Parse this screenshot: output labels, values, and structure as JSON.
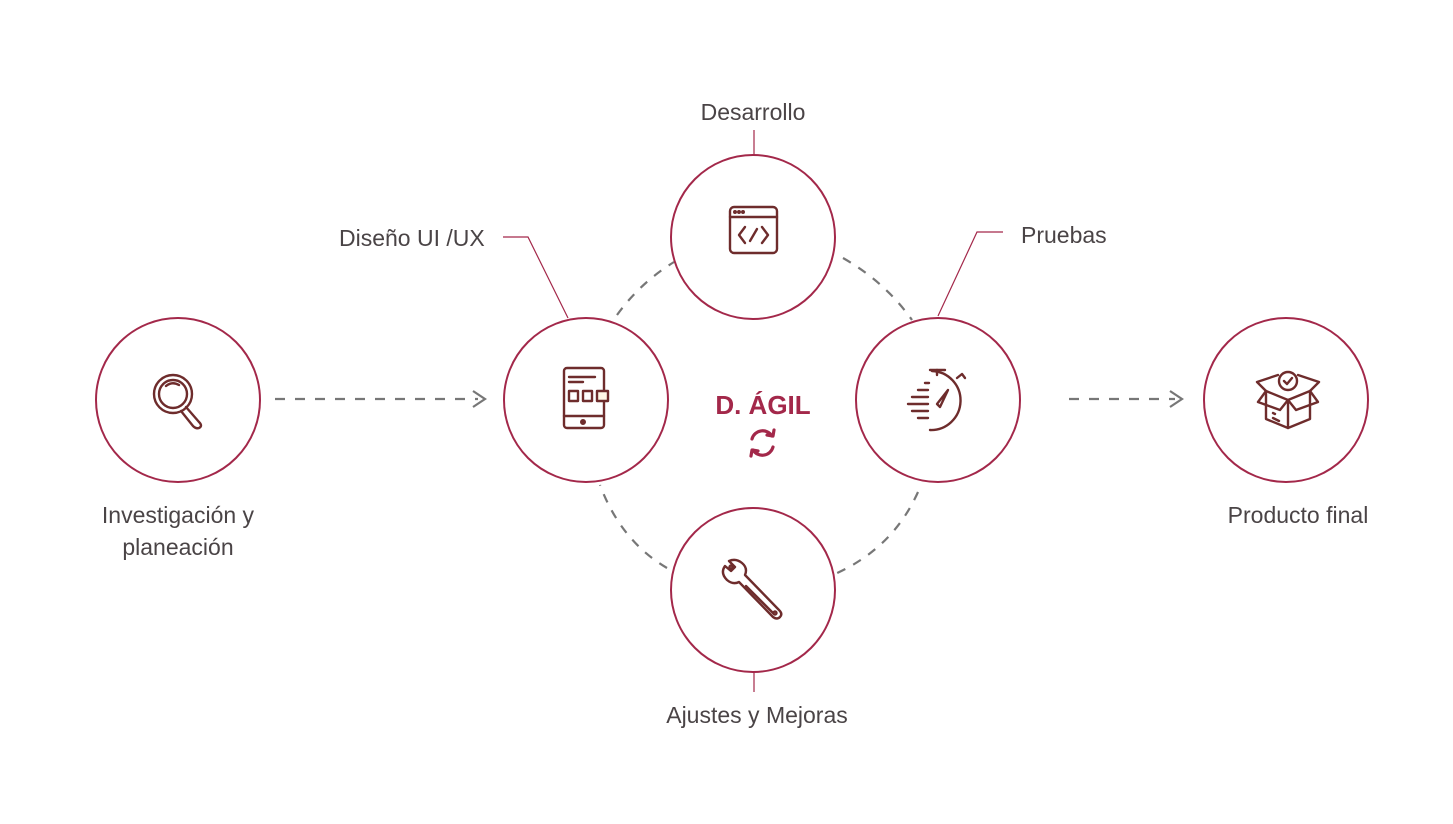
{
  "colors": {
    "accent": "#a3284a",
    "icon": "#6e2c2c",
    "dash": "#777777",
    "text": "#4a4446"
  },
  "center": {
    "title": "D. ÁGIL",
    "icon": "refresh-icon"
  },
  "stages": {
    "research": {
      "label_line1": "Investigación y",
      "label_line2": "planeación",
      "icon": "magnifier-icon"
    },
    "design": {
      "label": "Diseño UI /UX",
      "icon": "tablet-ui-icon"
    },
    "development": {
      "label": "Desarrollo",
      "icon": "code-window-icon"
    },
    "testing": {
      "label": "Pruebas",
      "icon": "stopwatch-icon"
    },
    "adjustments": {
      "label": "Ajustes y Mejoras",
      "icon": "wrench-icon"
    },
    "final": {
      "label": "Producto final",
      "icon": "open-box-check-icon"
    }
  }
}
